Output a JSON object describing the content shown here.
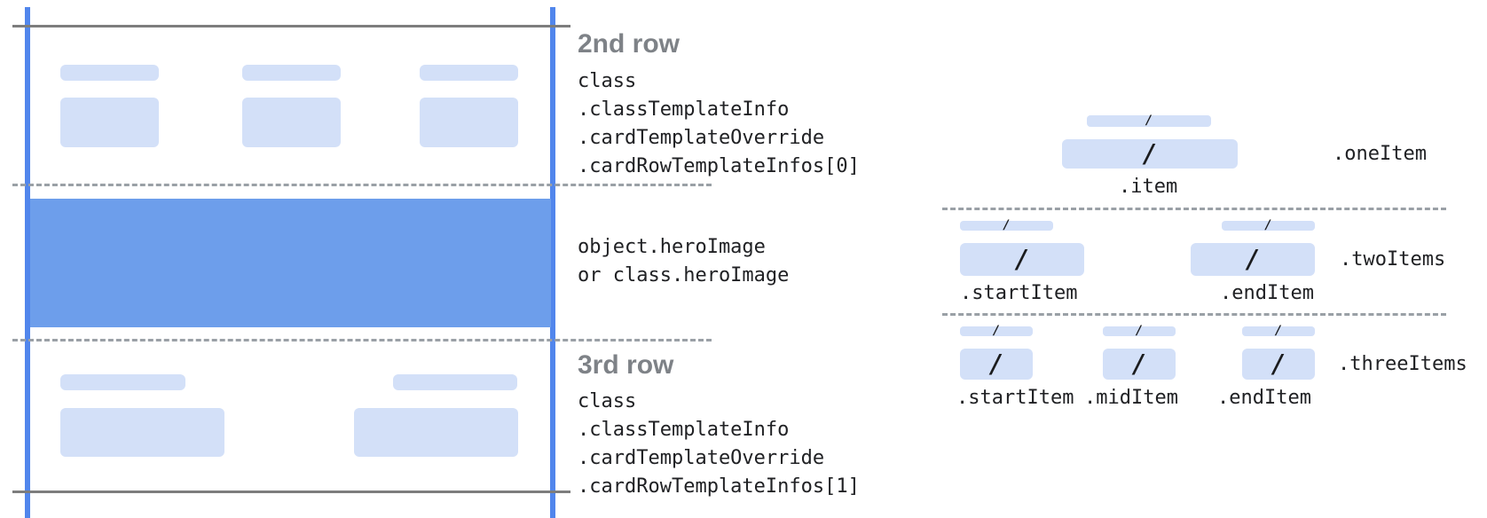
{
  "symbols": {
    "slash": "/"
  },
  "colors": {
    "guide-blue": "#5186ec",
    "hero-blue": "#6d9eeb",
    "placeholder-blue": "#d3e0f8",
    "line-gray": "#7d7d7d",
    "dash-gray": "#9aa0a6",
    "heading-gray": "#7e8287",
    "code-black": "#202124"
  },
  "left_panel": {
    "row2": {
      "heading": "2nd row",
      "code_lines": [
        "class",
        ".classTemplateInfo",
        ".cardTemplateOverride",
        ".cardRowTemplateInfos[0]"
      ]
    },
    "hero": {
      "code_lines": [
        "object.heroImage",
        "or class.heroImage"
      ]
    },
    "row3": {
      "heading": "3rd row",
      "code_lines": [
        "class",
        ".classTemplateInfo",
        ".cardTemplateOverride",
        ".cardRowTemplateInfos[1]"
      ]
    }
  },
  "right_panel": {
    "one_item": {
      "group_label": ".oneItem",
      "item_label": ".item"
    },
    "two_items": {
      "group_label": ".twoItems",
      "start_label": ".startItem",
      "end_label": ".endItem"
    },
    "three_items": {
      "group_label": ".threeItems",
      "start_label": ".startItem",
      "mid_label": ".midItem",
      "end_label": ".endItem"
    }
  }
}
